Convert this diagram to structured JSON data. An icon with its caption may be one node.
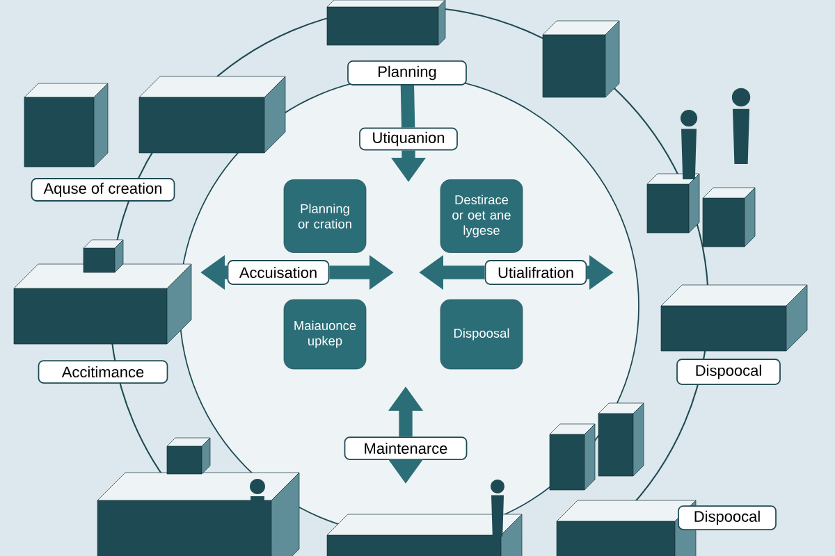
{
  "diagram": {
    "nodes": [
      {
        "text": [
          "Planning"
        ]
      },
      {
        "text": [
          "Utiquanion"
        ]
      },
      {
        "text": [
          "Aquse of creation"
        ]
      },
      {
        "text": [
          "Accitimance"
        ]
      },
      {
        "text": [
          "Planning or cration"
        ]
      },
      {
        "text": [
          "Destirace or oet ane lygese"
        ]
      },
      {
        "text": [
          "Accuisation"
        ]
      },
      {
        "text": [
          "Utialifration"
        ]
      },
      {
        "text": [
          "Maiauonce upkep"
        ]
      },
      {
        "text": [
          "Dispoosal"
        ]
      },
      {
        "text": [
          "Maintenarce"
        ]
      },
      {
        "text": [
          "Dispoocal"
        ]
      },
      {
        "text": [
          "Dispoocal"
        ]
      }
    ],
    "edges": [
      {
        "from": 0,
        "to": 1,
        "arrow": "none"
      },
      {
        "from": 1,
        "to": null,
        "arrow": "to"
      },
      {
        "from": 6,
        "to": null,
        "arrow": "to"
      },
      {
        "from": 6,
        "to": null,
        "arrow": "to"
      },
      {
        "from": 7,
        "to": null,
        "arrow": "to"
      },
      {
        "from": 7,
        "to": null,
        "arrow": "to"
      },
      {
        "from": 10,
        "to": null,
        "arrow": "to"
      },
      {
        "from": 10,
        "to": null,
        "arrow": "to"
      }
    ]
  }
}
